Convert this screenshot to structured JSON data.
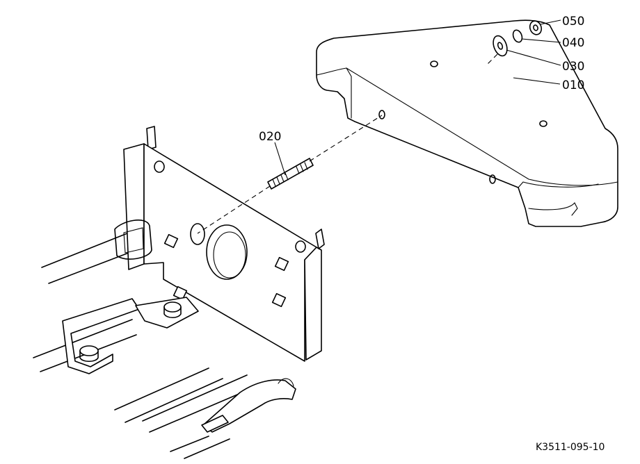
{
  "callouts": {
    "nut": "050",
    "spring_washer": "040",
    "plain_washer": "030",
    "weight": "010",
    "stud_bolt": "020"
  },
  "drawing_number": "K3511-095-10"
}
